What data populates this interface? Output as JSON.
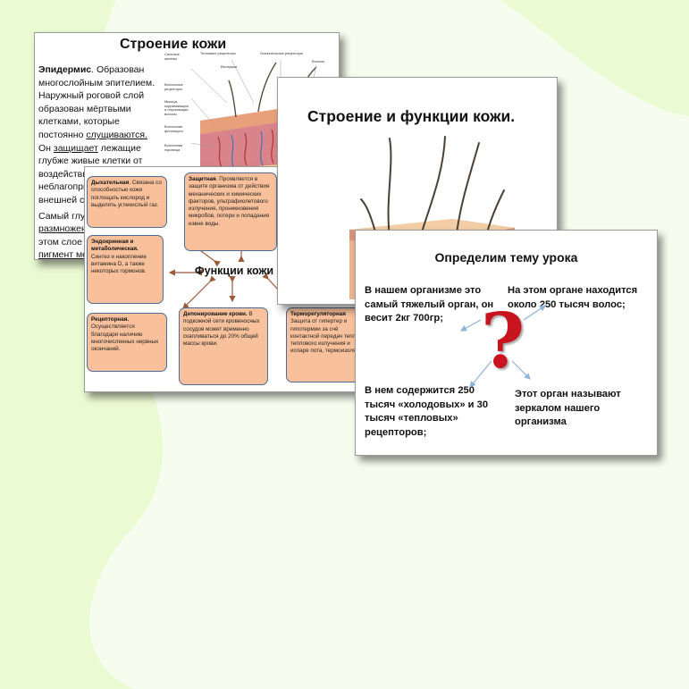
{
  "slide1": {
    "title": "Строение кожи",
    "body_lines": {
      "l1_b": "Эпидермис",
      "l1_r": ". Образован",
      "l2": "многослойным эпителием.",
      "l3": "Наружный роговой слой",
      "l4": "образован мёртвыми",
      "l5": "клетками, которые",
      "l6_a": "постоянно ",
      "l6_u": "слущиваются.",
      "l7_a": "Он ",
      "l7_u": "защищает",
      "l7_r": " лежащие",
      "l8": "глубже живые клетки от",
      "l9": "воздействия",
      "l10": "неблагоприя",
      "l11": "внешней ср",
      "l12": "Самый глуб",
      "l13_u": "размножен",
      "l14": "этом слое н",
      "l15_u": "пигмент ме"
    },
    "diagram_labels": {
      "a": "Сальные железы",
      "b": "Тепловые рецепторы",
      "c": "Осязательные рецепторы",
      "d": "Волосы",
      "e": "Волосяные рецепторы",
      "f": "Мышца, поднимающая и опускающая волосы",
      "g": "Волосяная фолликула",
      "h": "Волосяная луковица",
      "i": "Веснушки"
    }
  },
  "slide2": {
    "center": "Функции кожи",
    "boxes": {
      "breath_title": "Дыхательная",
      "breath_text": ". Связана со способностью кожи поглощать кислород и выделять углекислый газ.",
      "protect_title": "Защитная",
      "protect_text": ". Проявляется в защите организма от действия механических и химических факторов, ультрафиолетового излучения, проникновения микробов, потери и попадания извне воды.",
      "endo_title": "Эндокринная и метаболическая.",
      "endo_text": "Синтез и накопление витамина D, а также некоторых гормонов.",
      "recept_title": "Рецепторная.",
      "recept_text": "Осуществляется благодаря наличию многочисленных нервных окончаний.",
      "depot_title": "Депонирование крови.",
      "depot_text": " В подкожной сети кровеносных сосудов может временно скапливаться до 20% общей массы крови.",
      "thermo_title": "Терморегуляторная",
      "thermo_text": "Защита от гипертер и гипотермии за счё контактной передач тепла, теплового излучения и испаре пота, термоизоляци"
    }
  },
  "slide3": {
    "title": "Строение и функции кожи."
  },
  "slide4": {
    "title": "Определим тему урока",
    "q1": "В нашем организме это самый тяжелый орган, он весит 2кг 700гр;",
    "q2": "На этом органе находится около 250 тысяч волос;",
    "q3": "В нем содержится 250 тысяч «холодовых» и 30 тысяч «тепловых» рецепторов;",
    "q4": "Этот орган называют зеркалом нашего организма",
    "mark": "?"
  },
  "colors": {
    "background": "#eafad2",
    "blob": "#f7fdee",
    "box_fill": "#f9c19b",
    "box_border": "#4a6c9a",
    "question_mark": "#c8141e"
  }
}
